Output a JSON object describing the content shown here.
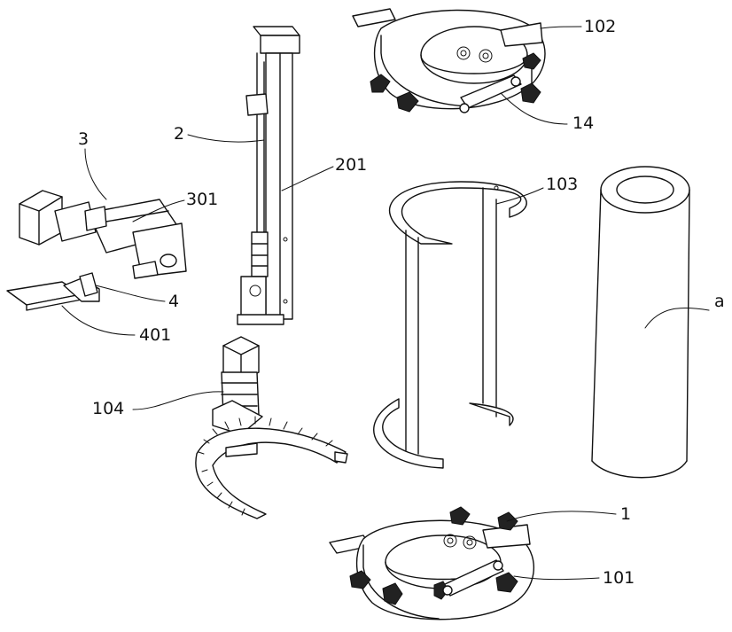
{
  "labels": {
    "l_102": "102",
    "l_14": "14",
    "l_2": "2",
    "l_201": "201",
    "l_3": "3",
    "l_301": "301",
    "l_4": "4",
    "l_401": "401",
    "l_103": "103",
    "l_a": "a",
    "l_104": "104",
    "l_1": "1",
    "l_101": "101"
  }
}
